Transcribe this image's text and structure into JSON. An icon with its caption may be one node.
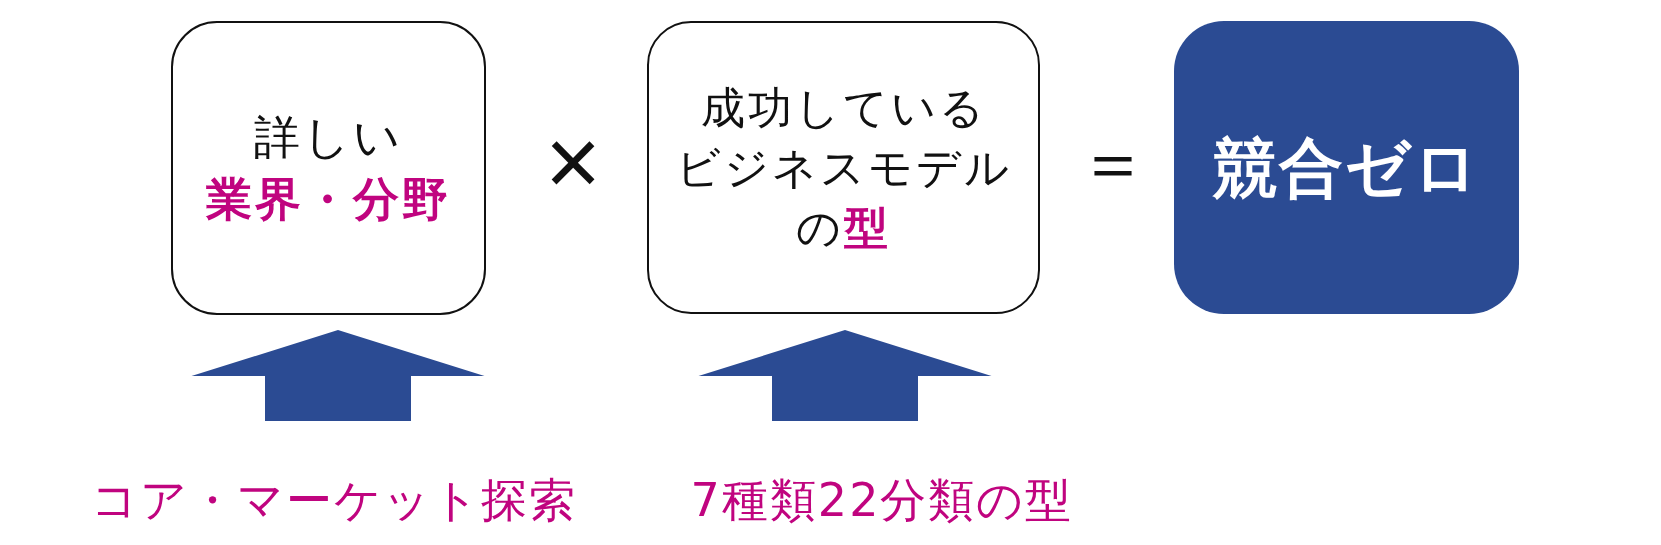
{
  "diagram": {
    "nodes": [
      {
        "text": [
          "詳しい**業界・分野**"
        ]
      },
      {
        "text": [
          "成功しているビジネスモデルの**型**"
        ]
      },
      {
        "text": [
          "競合ゼロ"
        ]
      },
      {
        "text": [
          "コア・マーケット探索"
        ]
      },
      {
        "text": [
          "7種類22分類の型"
        ]
      }
    ],
    "edges": [
      {
        "from": 3,
        "to": 0,
        "arrow": "to"
      },
      {
        "from": 4,
        "to": 1,
        "arrow": "to"
      }
    ],
    "labels": [
      "×",
      "＝"
    ]
  }
}
